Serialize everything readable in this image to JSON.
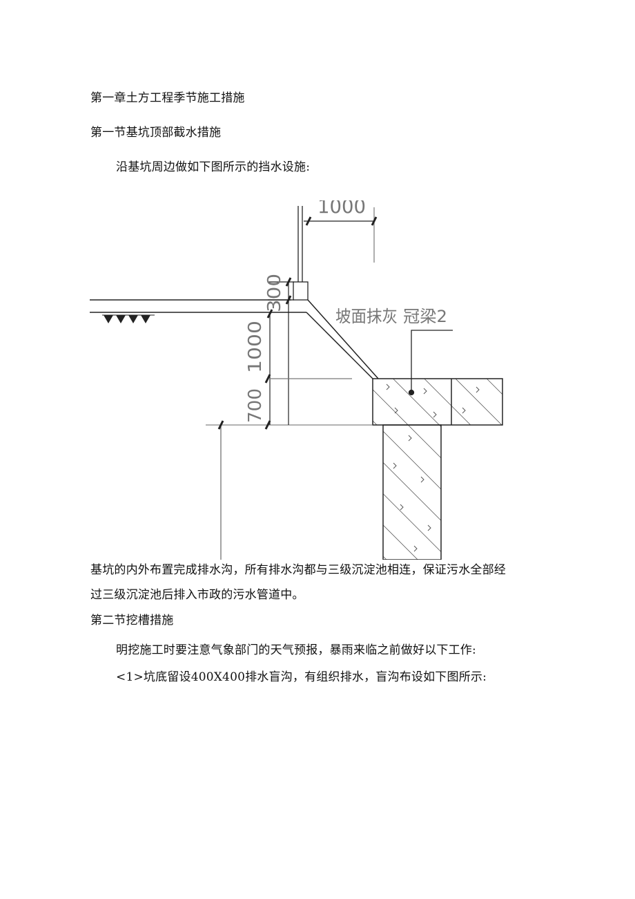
{
  "text": {
    "chapter_heading": "第一章土方工程季节施工措施",
    "section_1_heading": "第一节基坑顶部截水措施",
    "para_1": "沿基坑周边做如下图所示的挡水设施:",
    "para_2_line_1": "基坑的内外布置完成排水沟，所有排水沟都与三级沉淀池相连，保证污水全部经",
    "para_2_line_2": "过三级沉淀池后排入市政的污水管道中。",
    "section_2_heading": "第二节挖槽措施",
    "para_3": "明挖施工时要注意气象部门的天气预报，暴雨来临之前做好以下工作:",
    "para_4": "<1>坑底留设400X400排水盲沟，有组织排水，盲沟布设如下图所示:"
  },
  "diagram": {
    "dim_top_width": "1000",
    "dim_wall_height": "300",
    "dim_slope_height": "1000",
    "dim_lower_height": "700",
    "label_slope": "坡面抹灰",
    "label_beam": "冠梁2"
  },
  "colors": {
    "text": "#111111",
    "drawing_line": "#222222",
    "dimension_text": "#777777"
  }
}
